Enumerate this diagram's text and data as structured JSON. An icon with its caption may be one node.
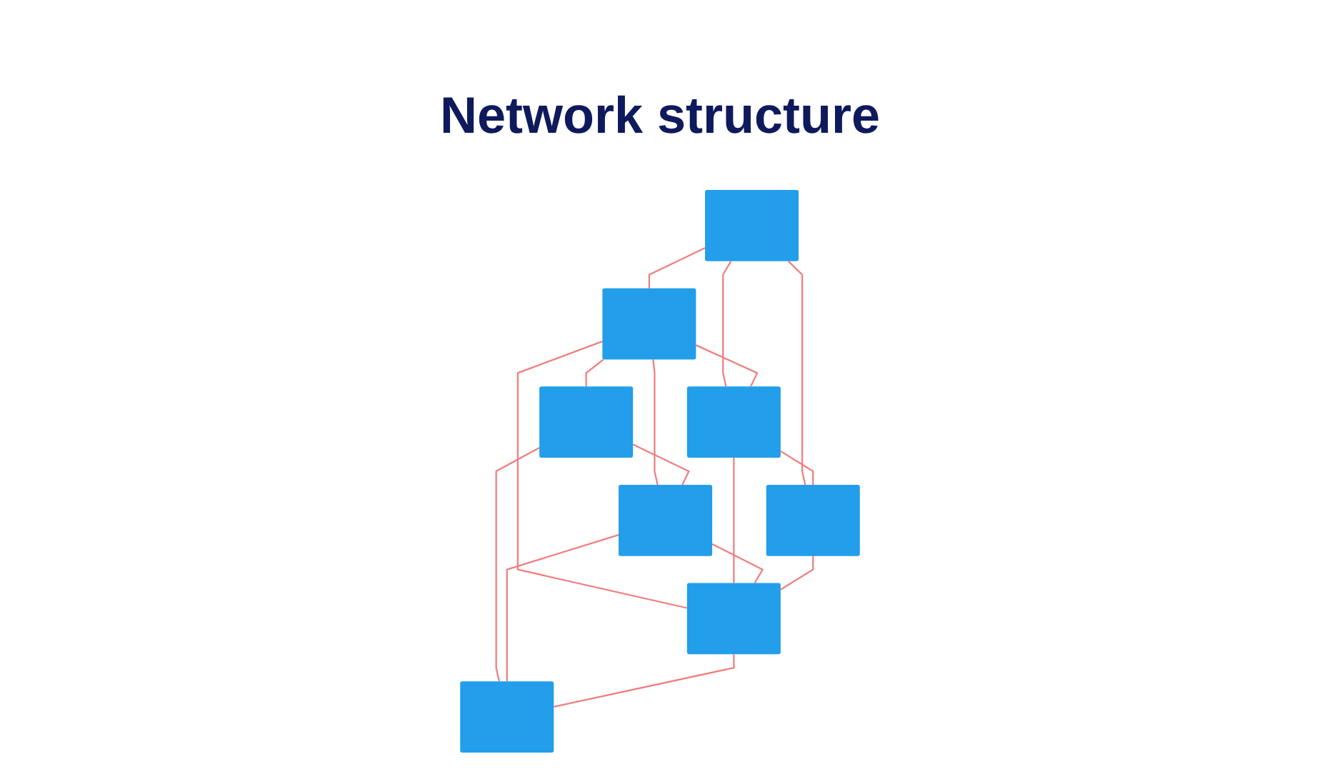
{
  "diagram": {
    "title": "Network structure",
    "nodes": [
      {
        "text": [],
        "shape": "box"
      },
      {
        "text": [],
        "shape": "box"
      },
      {
        "text": [],
        "shape": "box"
      },
      {
        "text": [],
        "shape": "box"
      },
      {
        "text": [],
        "shape": "box"
      },
      {
        "text": [],
        "shape": "box"
      },
      {
        "text": [],
        "shape": "box"
      },
      {
        "text": [],
        "shape": "box"
      }
    ],
    "edges": [
      {
        "from": 0,
        "to": 1,
        "arrow": "none"
      },
      {
        "from": 1,
        "to": 2,
        "arrow": "none"
      },
      {
        "from": 0,
        "to": 5,
        "arrow": "none"
      },
      {
        "from": 0,
        "to": 3,
        "arrow": "none"
      },
      {
        "from": 1,
        "to": 3,
        "arrow": "none"
      },
      {
        "from": 1,
        "to": 6,
        "arrow": "none"
      },
      {
        "from": 1,
        "to": 4,
        "arrow": "none"
      },
      {
        "from": 2,
        "to": 4,
        "arrow": "none"
      },
      {
        "from": 2,
        "to": 7,
        "arrow": "none"
      },
      {
        "from": 3,
        "to": 5,
        "arrow": "none"
      },
      {
        "from": 3,
        "to": 6,
        "arrow": "none"
      },
      {
        "from": 4,
        "to": 6,
        "arrow": "none"
      },
      {
        "from": 4,
        "to": 7,
        "arrow": "none"
      },
      {
        "from": 5,
        "to": 6,
        "arrow": "none"
      },
      {
        "from": 6,
        "to": 7,
        "arrow": "none"
      }
    ]
  }
}
